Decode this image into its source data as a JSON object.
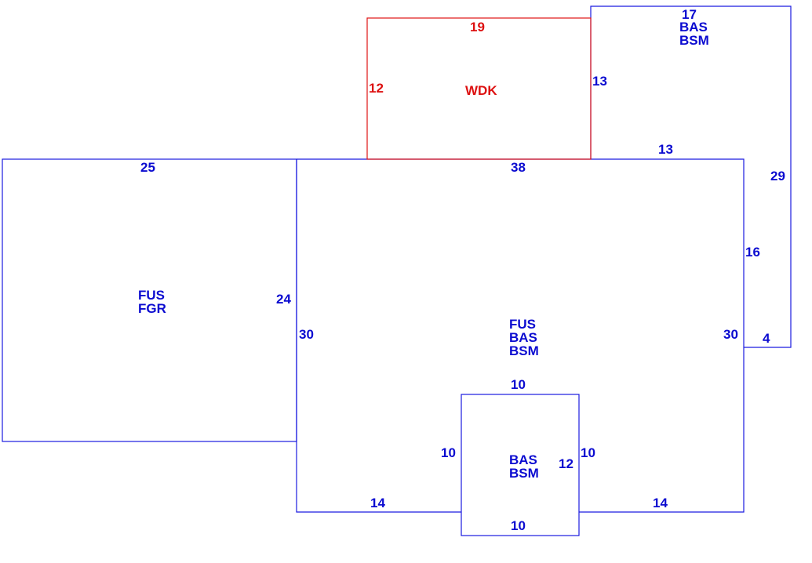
{
  "colors": {
    "main": "#1a1ae0",
    "deck": "#e01515"
  },
  "areas": {
    "garage": {
      "code1": "FUS",
      "code2": "FGR"
    },
    "main": {
      "code1": "FUS",
      "code2": "BAS",
      "code3": "BSM"
    },
    "deck": {
      "code1": "WDK"
    },
    "upper_right": {
      "code1": "BAS",
      "code2": "BSM"
    },
    "bump_out": {
      "code1": "BAS",
      "code2": "BSM"
    }
  },
  "dimensions": {
    "garage_top": "25",
    "garage_right": "24",
    "main_top": "38",
    "main_left": "30",
    "main_right": "30",
    "main_bottom_left": "14",
    "main_bottom_right": "14",
    "main_right_upper": "16",
    "deck_top": "19",
    "deck_left": "12",
    "deck_right": "13",
    "upper_right_top": "17",
    "upper_right_bottom": "13",
    "upper_right_right": "29",
    "upper_right_foot": "4",
    "bump_top": "10",
    "bump_left": "10",
    "bump_right": "10",
    "bump_bottom": "10",
    "bump_inner": "12"
  }
}
